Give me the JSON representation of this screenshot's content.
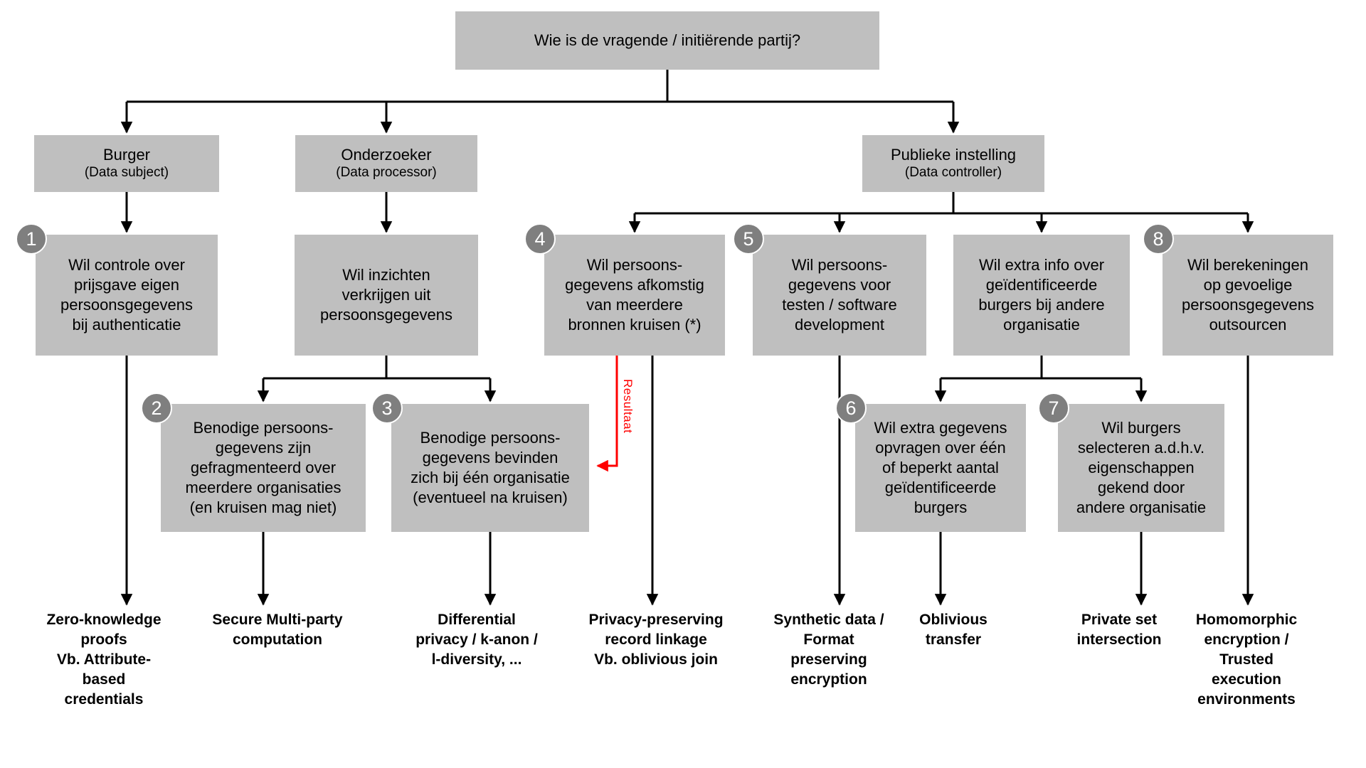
{
  "diagram": {
    "root_question": "Wie is de vragende / initiërende partij?",
    "actors": [
      {
        "name": "Burger",
        "role": "(Data subject)"
      },
      {
        "name": "Onderzoeker",
        "role": "(Data processor)"
      },
      {
        "name": "Publieke instelling",
        "role": "(Data controller)"
      }
    ],
    "decisions": [
      {
        "badge": "1",
        "text": "Wil controle over\nprijsgave eigen\npersoonsgegevens\nbij authenticatie"
      },
      {
        "badge": "",
        "text": "Wil inzichten\nverkrijgen uit\npersoonsgegevens"
      },
      {
        "badge": "2",
        "text": "Benodige persoons-\ngegevens zijn\ngefragmenteerd over\nmeerdere organisaties\n(en kruisen mag niet)"
      },
      {
        "badge": "3",
        "text": "Benodige persoons-\ngegevens bevinden\nzich bij één organisatie\n(eventueel na kruisen)"
      },
      {
        "badge": "4",
        "text": "Wil persoons-\ngegevens afkomstig\nvan meerdere\nbronnen kruisen (*)"
      },
      {
        "badge": "5",
        "text": "Wil persoons-\ngegevens voor\ntesten / software\ndevelopment"
      },
      {
        "badge": "",
        "text": "Wil extra info over\ngeïdentificeerde\nburgers bij andere\norganisatie"
      },
      {
        "badge": "6",
        "text": "Wil extra gegevens\nopvragen over één\nof beperkt aantal\ngeïdentificeerde\nburgers"
      },
      {
        "badge": "7",
        "text": "Wil burgers\nselecteren a.d.h.v.\neigenschappen\ngekend door\nandere organisatie"
      },
      {
        "badge": "8",
        "text": "Wil berekeningen\nop gevoelige\npersoonsgegevens\noutsourcen"
      }
    ],
    "outcomes": [
      {
        "text": "Zero-knowledge\nproofs\nVb. Attribute-\nbased\ncredentials"
      },
      {
        "text": "Secure Multi-party\ncomputation"
      },
      {
        "text": "Differential\nprivacy / k-anon /\nl-diversity, ..."
      },
      {
        "text": "Privacy-preserving\nrecord linkage\nVb. oblivious join"
      },
      {
        "text": "Synthetic data /\nFormat\npreserving\nencryption"
      },
      {
        "text": "Oblivious\ntransfer"
      },
      {
        "text": "Private set\nintersection"
      },
      {
        "text": "Homomorphic\nencryption /\nTrusted\nexecution\nenvironments"
      }
    ],
    "annotations": {
      "result_arrow_label": "Resultaat"
    },
    "colors": {
      "box_fill": "#bfbfbf",
      "badge_fill": "#7f7f7f",
      "badge_text": "#ffffff",
      "line": "#000000",
      "accent_red": "#ff0000"
    }
  }
}
